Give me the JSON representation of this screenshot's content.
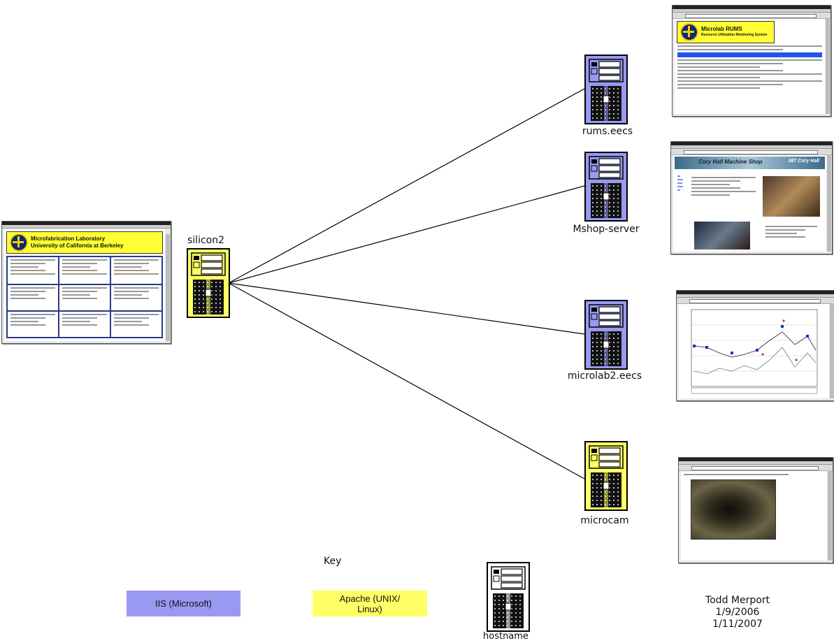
{
  "colors": {
    "iis": "#9999f2",
    "apache": "#ffff66",
    "link": "#000000"
  },
  "central": {
    "name": "silicon2",
    "type": "apache"
  },
  "servers": [
    {
      "name": "rums.eecs",
      "type": "iis"
    },
    {
      "name": "Mshop-server",
      "type": "iis"
    },
    {
      "name": "microlab2.eecs",
      "type": "iis"
    },
    {
      "name": "microcam",
      "type": "apache"
    }
  ],
  "thumbnails": {
    "main": {
      "title_line1": "Microfabrication Laboratory",
      "title_line2": "University of California at Berkeley"
    },
    "rums": {
      "title_line1": "Microlab RUMS",
      "title_line2": "Resource Utilization Monitoring System"
    },
    "mshop": {
      "heading": "Cory Hall Machine Shop",
      "tag": "387 Cory Hall"
    },
    "chart": {},
    "cam": {}
  },
  "key": {
    "title": "Key",
    "iis_label": "IIS (Microsoft)",
    "apache_label": "Apache (UNIX/ Linux)",
    "hostname_label": "hostname"
  },
  "author": {
    "name": "Todd Merport",
    "dates": [
      "1/9/2006",
      "1/11/2007"
    ]
  }
}
